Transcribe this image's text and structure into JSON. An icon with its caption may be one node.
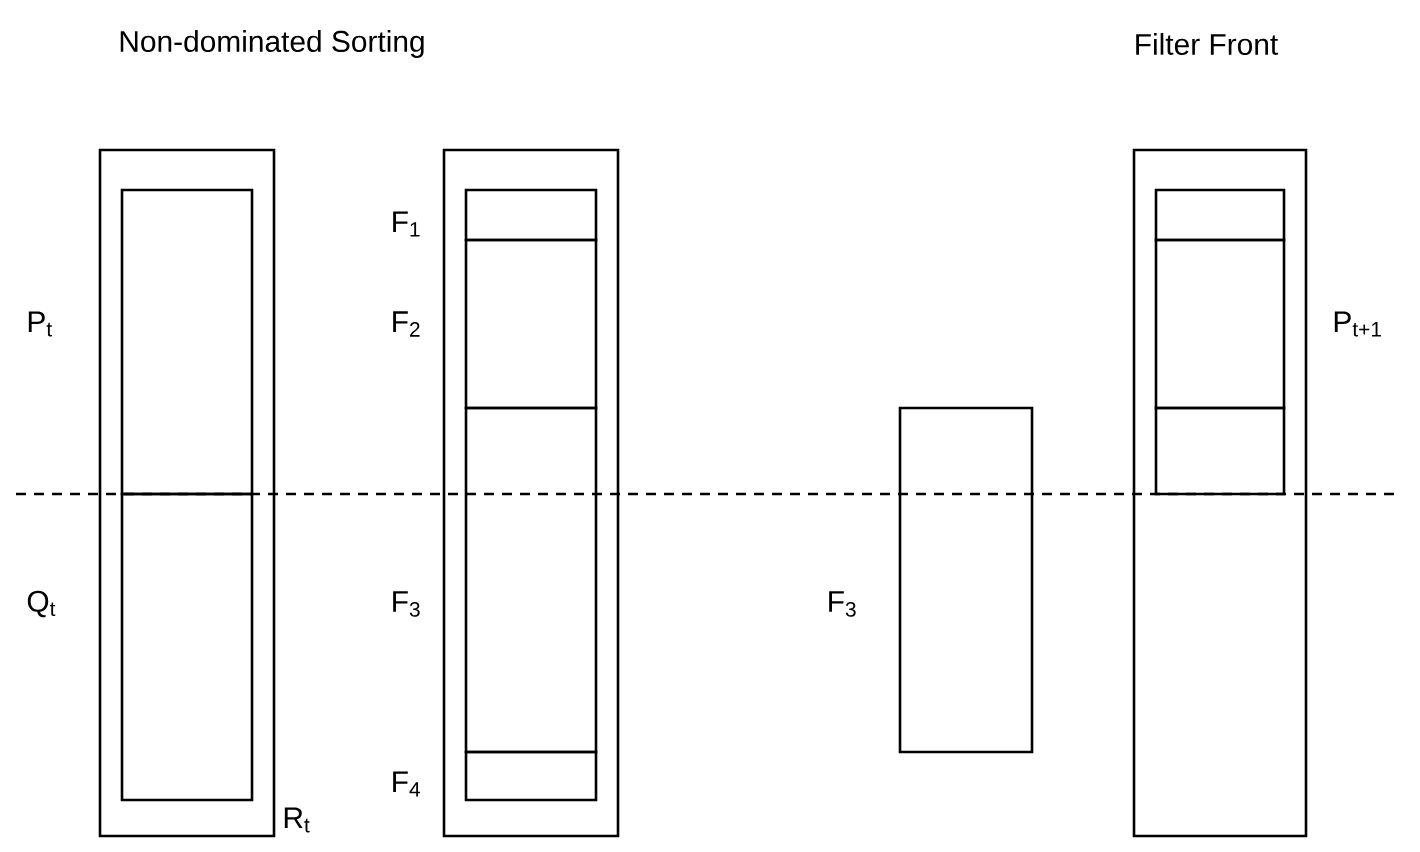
{
  "diagram": {
    "nodes": [
      {
        "text": [],
        "shape": "box",
        "beside": [
          "R$_{t}$"
        ]
      },
      {
        "text": [],
        "shape": "box",
        "in": 0,
        "beside": [
          "P$_{t}$"
        ]
      },
      {
        "text": [],
        "shape": "box",
        "in": 0,
        "beside": [
          "Q$_{t}$"
        ]
      },
      {
        "text": [],
        "shape": "box"
      },
      {
        "text": [],
        "shape": "box",
        "in": 3,
        "beside": [
          "F$_{1}$"
        ]
      },
      {
        "text": [],
        "shape": "box",
        "in": 3,
        "beside": [
          "F$_{2}$"
        ]
      },
      {
        "text": [],
        "shape": "box",
        "in": 3,
        "beside": [
          "F$_{3}$"
        ]
      },
      {
        "text": [],
        "shape": "box",
        "in": 3,
        "beside": [
          "F$_{4}$"
        ]
      },
      {
        "text": [],
        "shape": "box",
        "beside": [
          "F$_{3}$"
        ]
      },
      {
        "text": [],
        "shape": "box",
        "beside": [
          "P$_{t+1}$"
        ]
      },
      {
        "text": [],
        "shape": "box",
        "in": 9
      },
      {
        "text": [],
        "shape": "box",
        "in": 9
      },
      {
        "text": [],
        "shape": "box",
        "in": 9
      }
    ],
    "edges": [],
    "labels": [
      "Non-dominated Sorting",
      "Filter Front"
    ]
  }
}
